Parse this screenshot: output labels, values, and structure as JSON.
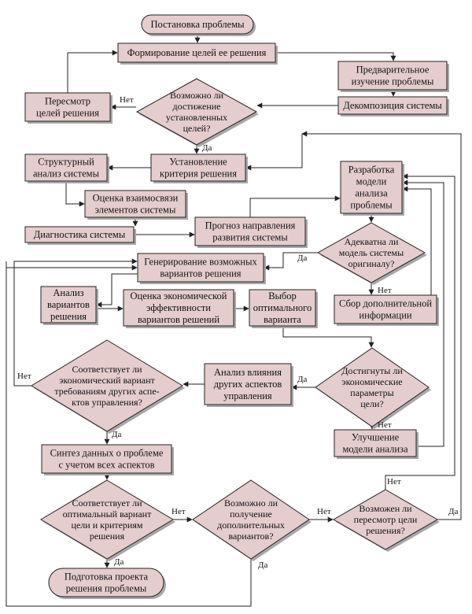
{
  "colors": {
    "node_fill": "#E5CDCD",
    "stroke": "#222222",
    "shadow": "#A8A8A8",
    "background": "#FFFFFF"
  },
  "nodes": {
    "start": "Постановка проблемы",
    "goals_formation": "Формирование целей ее решения",
    "preliminary_study": [
      "Предварительное",
      "изучение проблемы"
    ],
    "decomposition": "Декомпозиция системы",
    "goals_achievable": [
      "Возможно ли",
      "достижение",
      "установленных",
      "целей?"
    ],
    "goals_revision": [
      "Пересмотр",
      "целей решения"
    ],
    "criterion": [
      "Установление",
      "критерия решения"
    ],
    "structural_analysis": [
      "Структурный",
      "анализ системы"
    ],
    "relations_assessment": [
      "Оценка взаимосвязи",
      "элементов системы"
    ],
    "diagnostics": "Диагностика системы",
    "forecast": [
      "Прогноз направления",
      "развития системы"
    ],
    "model_development": [
      "Разработка",
      "модели",
      "анализа",
      "проблемы"
    ],
    "model_adequate": [
      "Адекватна ли",
      "модель системы",
      "оригиналу?"
    ],
    "info_collection": [
      "Сбор дополнительной",
      "информации"
    ],
    "generate_variants": [
      "Генерирование возможных",
      "вариантов решения"
    ],
    "variants_analysis": [
      "Анализ",
      "вариантов",
      "решения"
    ],
    "economic_assessment": [
      "Оценка экономической",
      "эффективности",
      "вариантов решений"
    ],
    "optimal_choice": [
      "Выбор",
      "оптимального",
      "варианта"
    ],
    "econ_params_reached": [
      "Достигнуты ли",
      "экономические",
      "параметры",
      "цели?"
    ],
    "other_aspects_analysis": [
      "Анализ влияния",
      "других аспектов",
      "управления"
    ],
    "meets_other_aspects": [
      "Соответствует ли",
      "экономический вариант",
      "требованиям других аспе-",
      "ктов управления?"
    ],
    "model_improvement": [
      "Улучшение",
      "модели анализа"
    ],
    "data_synthesis": [
      "Синтез данных о проблеме",
      "с учетом всех аспектов"
    ],
    "optimal_meets_goals": [
      "Соответствует ли",
      "оптимальный вариант",
      "цели и критериям",
      "решения"
    ],
    "extra_variants_possible": [
      "Возможно ли",
      "получение",
      "дополнительных",
      "вариантов?"
    ],
    "goals_revision_possible": [
      "Возможен ли",
      "пересмотр цели",
      "решения?"
    ],
    "end": [
      "Подготовка проекта",
      "решения проблемы"
    ]
  },
  "labels": {
    "yes": "Да",
    "no": "Нет"
  }
}
